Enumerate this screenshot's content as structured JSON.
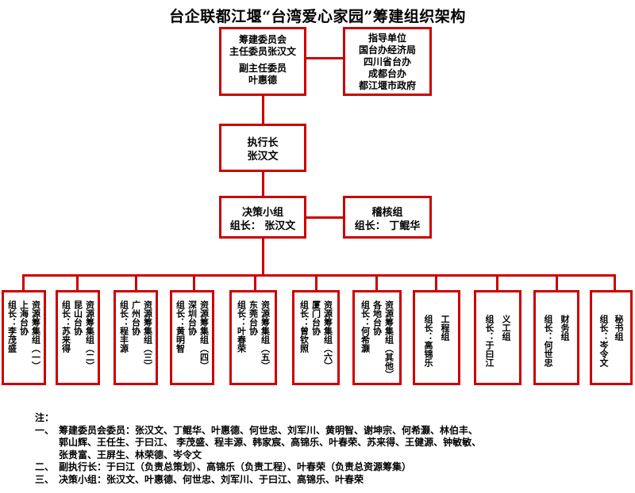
{
  "title": "台企联都江堰“台湾爱心家园”筹建组织架构",
  "committee": {
    "line1": "筹建委员会",
    "line2": "主任委员张汉文",
    "line3": "副主任委员",
    "line4": "叶惠德"
  },
  "guidance": {
    "lines": [
      "指导单位",
      "国台办经济局",
      "四川省台办",
      "成都台办",
      "都江堰市政府"
    ]
  },
  "executive": {
    "line1": "执行长",
    "line2": "张汉文"
  },
  "decision": {
    "line1": "决策小组",
    "line2": "组长： 张汉文"
  },
  "audit": {
    "line1": "稽核组",
    "line2": "组长： 丁鲲华"
  },
  "teams": [
    {
      "name": "资源筹集组（一）",
      "leader": "组长：李茂盛",
      "area": "上海台协"
    },
    {
      "name": "资源筹集组（二）",
      "leader": "组长：苏来得",
      "area": "昆山台协"
    },
    {
      "name": "资源筹集组（三）",
      "leader": "组长：程丰源",
      "area": "广州台协"
    },
    {
      "name": "资源筹集组（四）",
      "leader": "组长：黄明智",
      "area": "深圳台协"
    },
    {
      "name": "资源筹集组（五）",
      "leader": "组长：叶春荣",
      "area": "东莞台协"
    },
    {
      "name": "资源筹集组（六）",
      "leader": "组长：曾钦照",
      "area": "厦门台协"
    },
    {
      "name": "资源筹集组（其他）",
      "leader": "组长：何希灏",
      "area": "各地台协"
    },
    {
      "name": "工程组",
      "leader": "组长：高锦乐",
      "area": ""
    },
    {
      "name": "义工组",
      "leader": "组长：于曰江",
      "area": ""
    },
    {
      "name": "财务组",
      "leader": "组长：何世忠",
      "area": ""
    },
    {
      "name": "秘书组",
      "leader": "组长：岑令文",
      "area": ""
    }
  ],
  "notes": {
    "head": "注：",
    "n1_idx": "一、",
    "n1_l1": "筹建委员会委员：张汉文、丁鲲华、叶惠德、何世忠、刘军川、黄明智、谢坤宗、何希灏、林伯丰、",
    "n1_l2": "郭山辉、王任生、于曰江、 李茂盛、程丰源、韩家宸、高锦乐、叶春荣、苏来得、王健源、钟敏敏、",
    "n1_l3": "张贵富、王屏生、林荣德、岑令文",
    "n2_idx": "二、",
    "n2": "副执行长：于曰江（负责总策划）、高锦乐（负责工程）、叶春荣（负责总资源筹集）",
    "n3_idx": "三、",
    "n3": "决策小组：张汉文、叶惠德、何世忠、刘军川、于曰江、高锦乐、叶春荣"
  }
}
